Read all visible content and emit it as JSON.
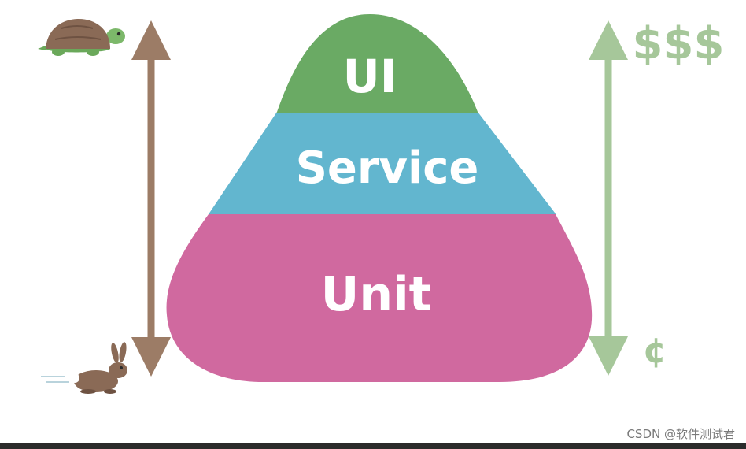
{
  "layers": {
    "top": {
      "label": "UI"
    },
    "middle": {
      "label": "Service"
    },
    "bottom": {
      "label": "Unit"
    }
  },
  "cost_axis": {
    "high_label": "$$$",
    "low_label": "¢"
  },
  "speed_axis": {
    "slow_icon": "turtle-icon",
    "fast_icon": "rabbit-icon"
  },
  "colors": {
    "ui": "#6aaa64",
    "service": "#62b6cf",
    "unit": "#d0699f",
    "speed_arrow": "#9c7c66",
    "cost_arrow": "#a6c79a"
  },
  "watermark": "CSDN @软件测试君"
}
